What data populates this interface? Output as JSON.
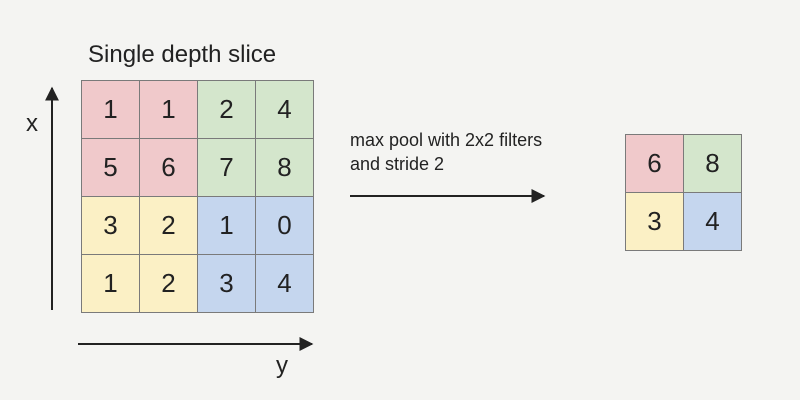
{
  "title": "Single depth slice",
  "axes": {
    "x": "x",
    "y": "y"
  },
  "caption": {
    "line1": "max pool with 2x2 filters",
    "line2": "and stride 2"
  },
  "colors": {
    "red": "#f0c9cb",
    "green": "#d4e6cc",
    "yellow": "#fbf0c5",
    "blue": "#c5d6ee"
  },
  "input_grid": [
    [
      {
        "v": "1",
        "c": "red"
      },
      {
        "v": "1",
        "c": "red"
      },
      {
        "v": "2",
        "c": "green"
      },
      {
        "v": "4",
        "c": "green"
      }
    ],
    [
      {
        "v": "5",
        "c": "red"
      },
      {
        "v": "6",
        "c": "red"
      },
      {
        "v": "7",
        "c": "green"
      },
      {
        "v": "8",
        "c": "green"
      }
    ],
    [
      {
        "v": "3",
        "c": "yellow"
      },
      {
        "v": "2",
        "c": "yellow"
      },
      {
        "v": "1",
        "c": "blue"
      },
      {
        "v": "0",
        "c": "blue"
      }
    ],
    [
      {
        "v": "1",
        "c": "yellow"
      },
      {
        "v": "2",
        "c": "yellow"
      },
      {
        "v": "3",
        "c": "blue"
      },
      {
        "v": "4",
        "c": "blue"
      }
    ]
  ],
  "output_grid": [
    [
      {
        "v": "6",
        "c": "red"
      },
      {
        "v": "8",
        "c": "green"
      }
    ],
    [
      {
        "v": "3",
        "c": "yellow"
      },
      {
        "v": "4",
        "c": "blue"
      }
    ]
  ]
}
